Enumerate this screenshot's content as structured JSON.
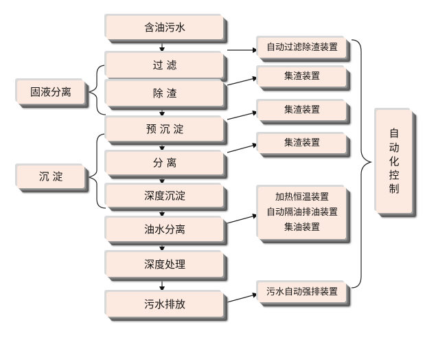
{
  "process": {
    "step1": "含油污水",
    "step2": "过    滤",
    "step3": "除    渣",
    "step4": "预 沉 淀",
    "step5": "分    离",
    "step6": "深度沉淀",
    "step7": "油水分离",
    "step8": "深度处理",
    "step9": "污水排放"
  },
  "groups": {
    "solid_liquid": "固液分离",
    "sedimentation": "沉    淀"
  },
  "devices": {
    "d1": "自动过滤除渣装置",
    "d2": "集渣装置",
    "d3": "集渣装置",
    "d4": "集渣装置",
    "d5_lines": [
      "加热恒温装置",
      "自动隔油排油装置",
      "集油装置"
    ],
    "d6": "污水自动强排装置"
  },
  "control": {
    "chars": [
      "自",
      "动",
      "化",
      "控",
      "制"
    ]
  }
}
